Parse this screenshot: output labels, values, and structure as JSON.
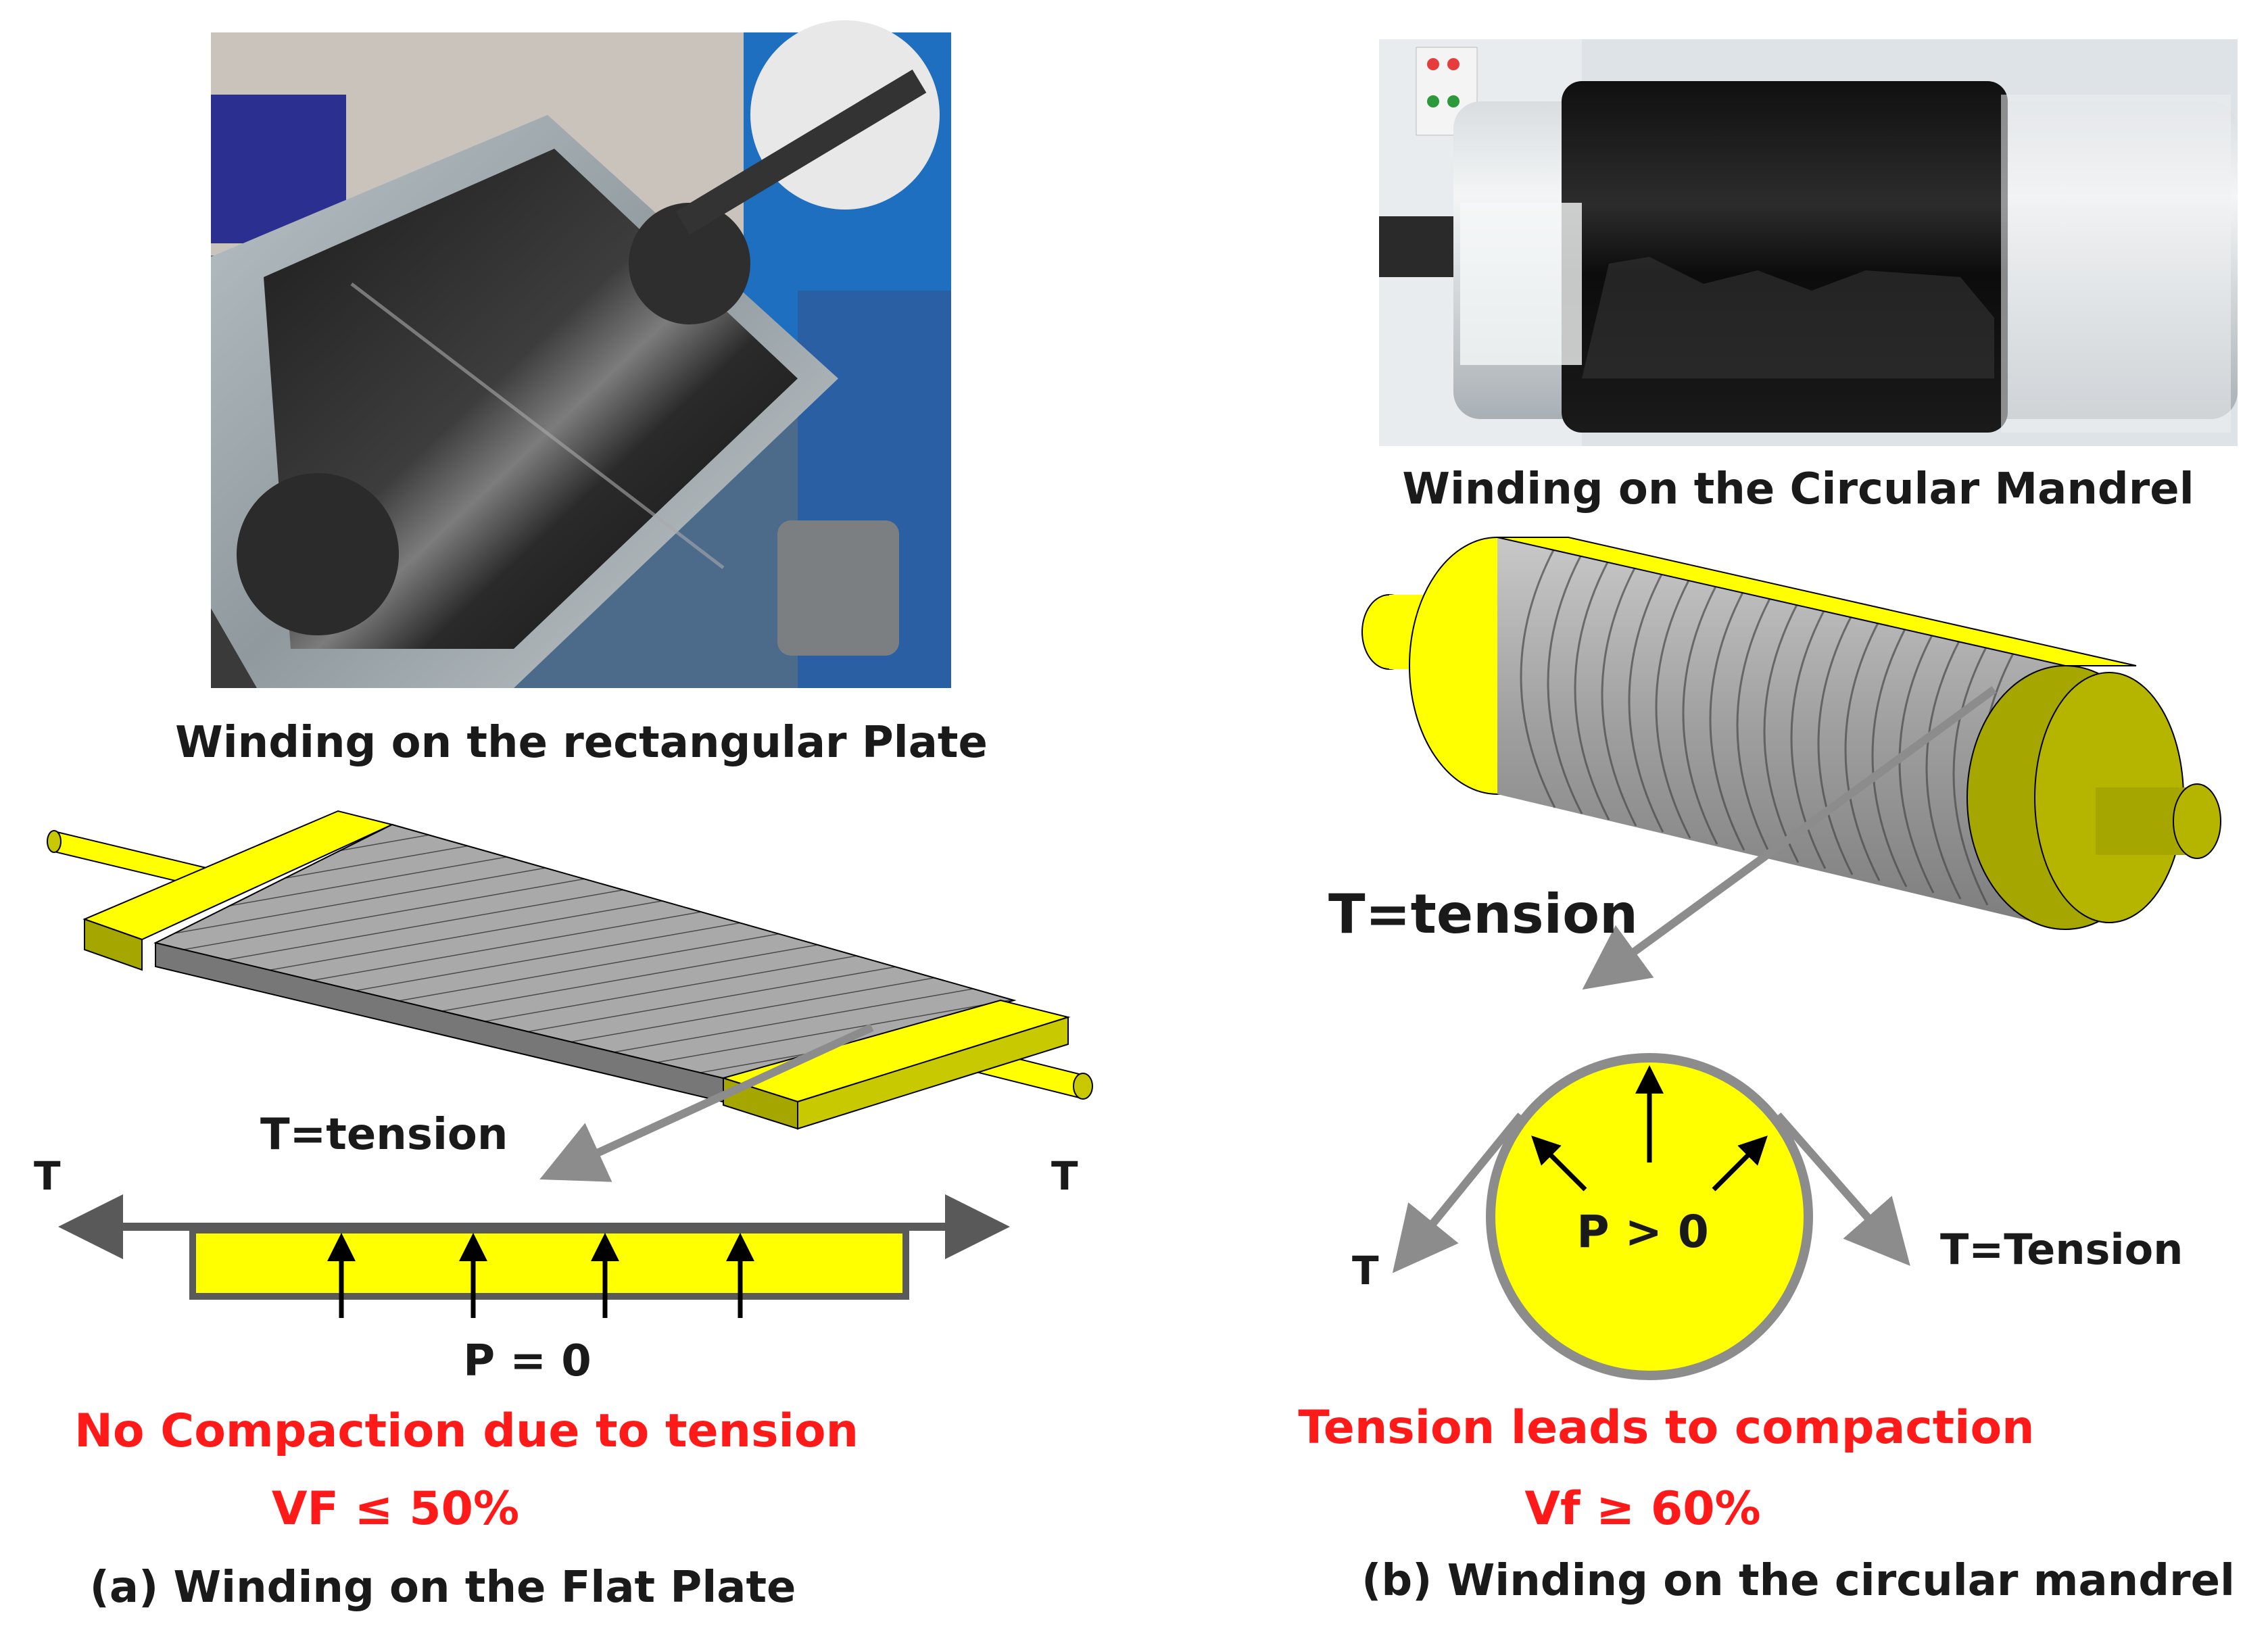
{
  "photos": {
    "plate_photo": "photo-rectangular-plate",
    "mandrel_photo": "photo-circular-mandrel"
  },
  "left": {
    "photo_caption": "Winding on the rectangular Plate",
    "tension_label": "T=tension",
    "t_left": "T",
    "t_right": "T",
    "pressure": "P = 0",
    "conclusion": "No Compaction due to tension",
    "volume_fraction": "VF ≤ 50%",
    "subcaption": "(a) Winding on the Flat Plate"
  },
  "right": {
    "photo_caption": "Winding on the Circular Mandrel",
    "tension_label": "T=tension",
    "t_left": "T",
    "t_right": "T=Tension",
    "pressure": "P > 0",
    "conclusion": "Tension leads to compaction",
    "volume_fraction": "Vf ≥ 60%",
    "subcaption": "(b) Winding on the circular mandrel"
  },
  "colors": {
    "yellow": "#ffff00",
    "yellow_dark": "#a6a600",
    "fiber_gray": "#9a9a9a",
    "arrow_gray": "#8c8c8c",
    "red_text": "#ff1a1a",
    "dark": "#1a1a1a"
  }
}
